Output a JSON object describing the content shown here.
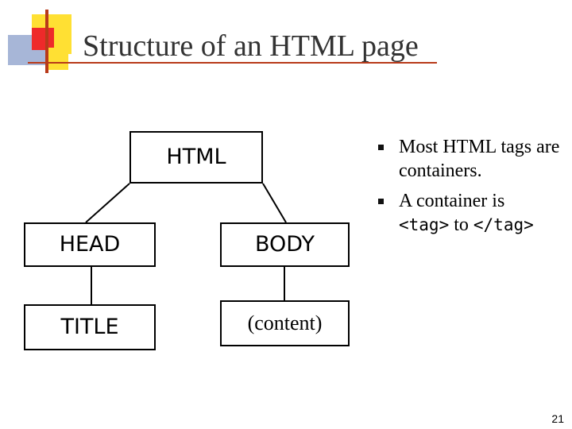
{
  "slide": {
    "title": "Structure of an HTML page",
    "page_number": "21"
  },
  "diagram": {
    "nodes": {
      "html": "HTML",
      "head": "HEAD",
      "body": "BODY",
      "title": "TITLE",
      "content": "(content)"
    }
  },
  "bullets": {
    "item1": "Most HTML tags are containers.",
    "item2_prefix": "A container is",
    "item2_tag_open": "<tag>",
    "item2_mid": " to ",
    "item2_tag_close": "</tag>"
  }
}
